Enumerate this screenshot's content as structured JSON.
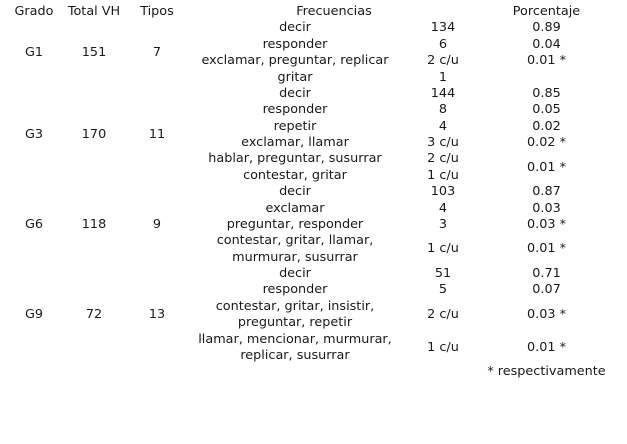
{
  "table": {
    "headers": {
      "grado": "Grado",
      "total": "Total VH",
      "tipos": "Tipos",
      "frecuencias": "Frecuencias",
      "porcentaje": "Porcentaje"
    },
    "footnote": "* respectivamente",
    "groups": [
      {
        "grado": "G1",
        "total": "151",
        "tipos": "7",
        "rows": [
          {
            "frecuencia": "decir",
            "num": "134",
            "pct": "0.89"
          },
          {
            "frecuencia": "responder",
            "num": "6",
            "pct": "0.04"
          },
          {
            "frecuencia": "exclamar, preguntar, replicar",
            "num": "2 c/u",
            "pct": "0.01 *"
          },
          {
            "frecuencia": "gritar",
            "num": "1",
            "pct": ""
          }
        ]
      },
      {
        "grado": "G3",
        "total": "170",
        "tipos": "11",
        "rows": [
          {
            "frecuencia": "decir",
            "num": "144",
            "pct": "0.85"
          },
          {
            "frecuencia": "responder",
            "num": "8",
            "pct": "0.05"
          },
          {
            "frecuencia": "repetir",
            "num": "4",
            "pct": "0.02"
          },
          {
            "frecuencia": "exclamar, llamar",
            "num": "3 c/u",
            "pct": "0.02 *"
          },
          {
            "frecuencia": "hablar, preguntar, susurrar",
            "num": "2 c/u",
            "pct": ""
          },
          {
            "frecuencia": "contestar, gritar",
            "num": "1 c/u",
            "pct": "0.01 *"
          }
        ]
      },
      {
        "grado": "G6",
        "total": "118",
        "tipos": "9",
        "rows": [
          {
            "frecuencia": "decir",
            "num": "103",
            "pct": "0.87"
          },
          {
            "frecuencia": "exclamar",
            "num": "4",
            "pct": "0.03"
          },
          {
            "frecuencia": "preguntar, responder",
            "num": "3",
            "pct": "0.03 *"
          },
          {
            "frecuencia": "contestar, gritar, llamar, murmurar, susurrar",
            "num": "1 c/u",
            "pct": "0.01 *"
          }
        ]
      },
      {
        "grado": "G9",
        "total": "72",
        "tipos": "13",
        "rows": [
          {
            "frecuencia": "decir",
            "num": "51",
            "pct": "0.71"
          },
          {
            "frecuencia": "responder",
            "num": "5",
            "pct": "0.07"
          },
          {
            "frecuencia": "contestar, gritar, insistir, preguntar, repetir",
            "num": "2 c/u",
            "pct": "0.03 *"
          },
          {
            "frecuencia": "llamar, mencionar, murmurar, replicar, susurrar",
            "num": "1 c/u",
            "pct": "0.01 *"
          }
        ]
      }
    ]
  }
}
